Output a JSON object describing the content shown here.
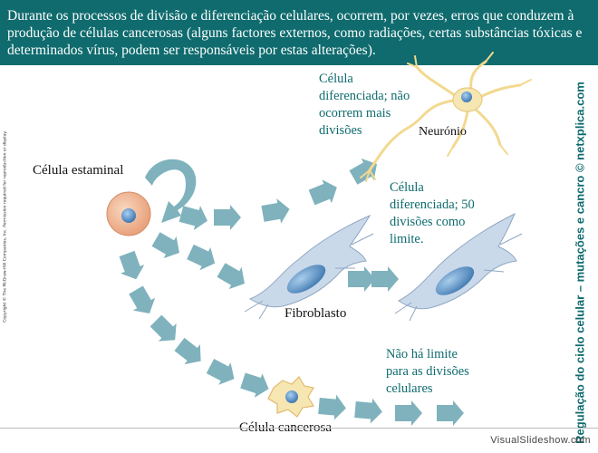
{
  "header": {
    "text": "Durante os processos de divisão e diferenciação celulares, ocorrem, por vezes, erros que conduzem à produção de células cancerosas (alguns factores externos, como radiações, certas substâncias tóxicas e determinados vírus, podem ser responsáveis por estas alterações)."
  },
  "side_title": "Regulação do ciclo celular – mutações e cancro © netxplica.com",
  "copyright": "Copyright © The McGraw-Hill Companies, Inc. Permission required for reproduction or display.",
  "labels": {
    "stem_cell": "Célula estaminal",
    "neuron": "Neurónio",
    "fibroblast": "Fibroblasto",
    "cancer_cell": "Célula cancerosa"
  },
  "notes": {
    "neuron": [
      "Célula",
      "diferenciada; não",
      "ocorrem mais",
      "divisões"
    ],
    "fibroblast": [
      "Célula",
      "diferenciada; 50",
      "divisões como",
      "limite."
    ],
    "cancer": [
      "Não há limite",
      "para as divisões",
      "celulares"
    ]
  },
  "footer": "VisualSlideshow.com",
  "colors": {
    "header_bg": "#0f6b6e",
    "arrow": "#7fb2bd",
    "neuron": "#f6e7b2",
    "fibroblast": "#bfd4e8",
    "nucleus": "#5a8fc7"
  }
}
